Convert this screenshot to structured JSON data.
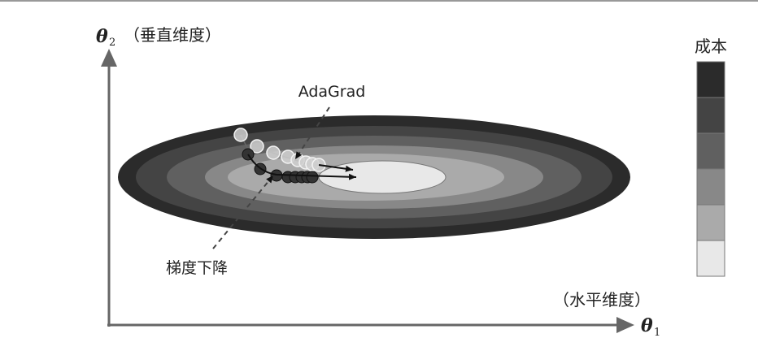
{
  "y_axis": {
    "symbol": "θ",
    "subscript": "2",
    "label": "（垂直维度）"
  },
  "x_axis": {
    "symbol": "θ",
    "subscript": "1",
    "label": "（水平维度）"
  },
  "colorbar_title": "成本",
  "annotations": {
    "adagrad": "AdaGrad",
    "gradient_descent": "梯度下降"
  },
  "colors": {
    "cost_levels": [
      "#2b2b2b",
      "#444444",
      "#606060",
      "#888888",
      "#aaaaaa",
      "#e8e8e8"
    ],
    "adagrad_marker": "#d0d0d0",
    "gd_marker": "#333333"
  }
}
